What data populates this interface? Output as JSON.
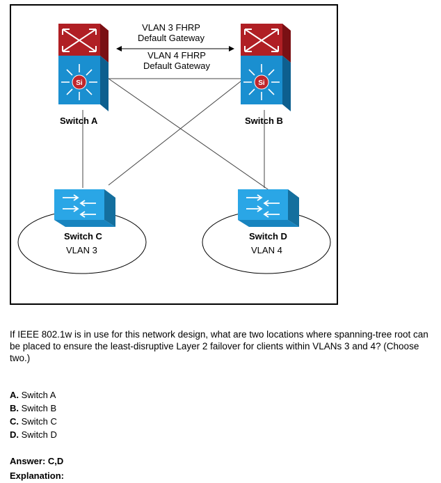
{
  "diagram": {
    "gateway_a": [
      "VLAN 3 FHRP",
      "Default Gateway"
    ],
    "gateway_b": [
      "VLAN 4 FHRP",
      "Default Gateway"
    ],
    "switch_a": "Switch A",
    "switch_b": "Switch B",
    "switch_c": "Switch C",
    "switch_d": "Switch D",
    "vlan_c": "VLAN 3",
    "vlan_d": "VLAN 4",
    "si_label": "Si",
    "colors": {
      "router_red": "#b01f24",
      "switch_blue": "#1a8fd0",
      "access_blue": "#2aa6e6"
    }
  },
  "question": "If IEEE 802.1w is in use for this network design, what are two locations where spanning-tree root can be placed to ensure the least-disruptive Layer 2 failover for clients within VLANs 3 and 4? (Choose two.)",
  "options": [
    {
      "letter": "A.",
      "text": "Switch A"
    },
    {
      "letter": "B.",
      "text": "Switch B"
    },
    {
      "letter": "C.",
      "text": "Switch C"
    },
    {
      "letter": "D.",
      "text": "Switch D"
    }
  ],
  "answer": "Answer: C,D",
  "explanation": "Explanation:"
}
